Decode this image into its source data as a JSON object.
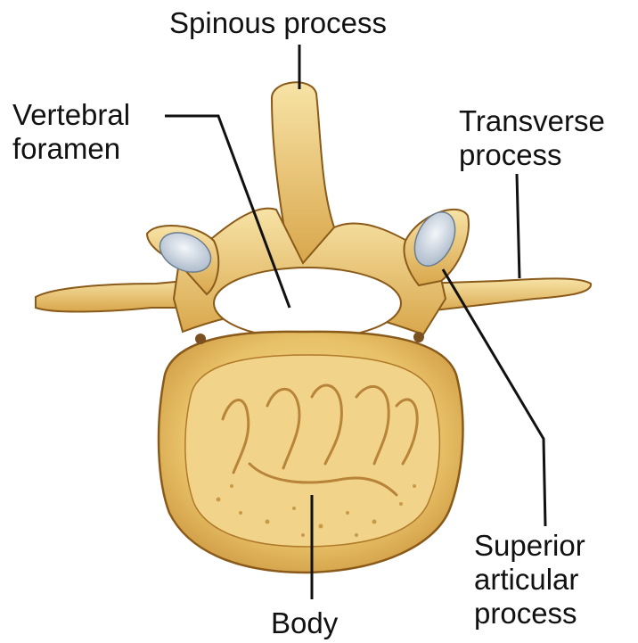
{
  "labels": {
    "spinous_process": "Spinous process",
    "vertebral_foramen": [
      "Vertebral",
      "foramen"
    ],
    "transverse_process": [
      "Transverse",
      "process"
    ],
    "superior_articular_process": [
      "Superior",
      "articular",
      "process"
    ],
    "body": "Body"
  },
  "colors": {
    "bone": "#e8c168",
    "bone_light": "#f4dc95",
    "bone_dark": "#c9953a",
    "outline": "#8a5a1a",
    "cartilage": "#d9e3ef",
    "leader": "#111111"
  }
}
